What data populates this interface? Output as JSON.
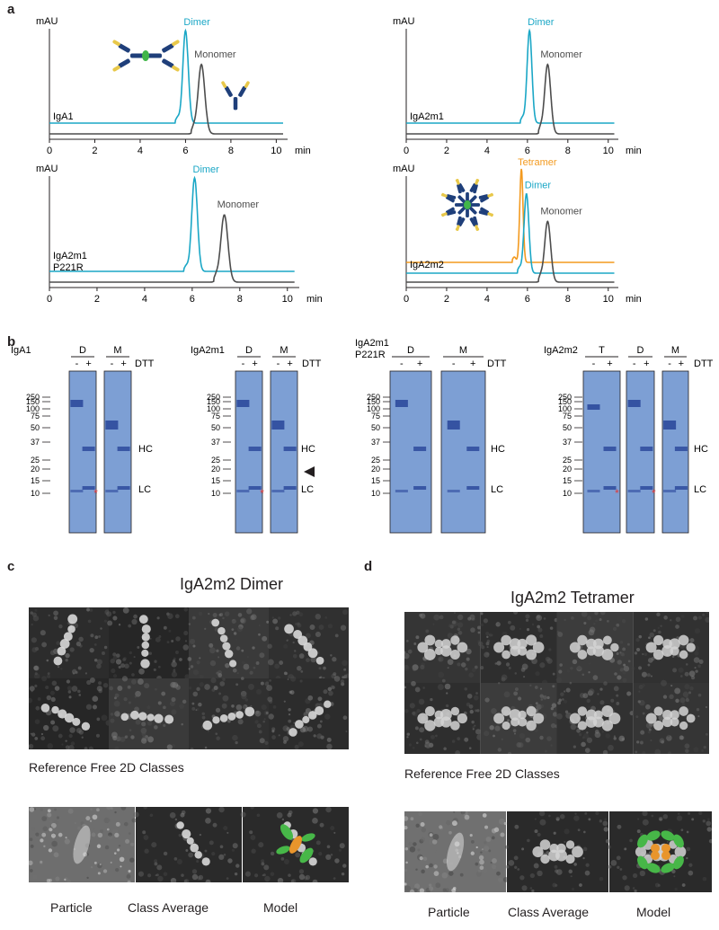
{
  "panels": {
    "a": "a",
    "b": "b",
    "c": "c",
    "d": "d"
  },
  "chromatograms": [
    {
      "id": "igA1",
      "sample_label": [
        "IgA1"
      ],
      "ylabel": "mAU",
      "x_unit": "min",
      "x_ticks": [
        0,
        2,
        4,
        6,
        8,
        10
      ],
      "traces": [
        {
          "name": "Dimer",
          "color": "#1ba7c6",
          "peak": 6.0,
          "height": 1.0,
          "width": 0.12,
          "baseline": 0.18
        },
        {
          "name": "Monomer",
          "color": "#4d4d4d",
          "peak": 6.7,
          "height": 0.75,
          "width": 0.15,
          "baseline": 0.05
        }
      ]
    },
    {
      "id": "igA2m1",
      "sample_label": [
        "IgA2m1"
      ],
      "ylabel": "mAU",
      "x_unit": "min",
      "x_ticks": [
        0,
        2,
        4,
        6,
        8,
        10
      ],
      "traces": [
        {
          "name": "Dimer",
          "color": "#1ba7c6",
          "peak": 6.1,
          "height": 1.0,
          "width": 0.12,
          "baseline": 0.18
        },
        {
          "name": "Monomer",
          "color": "#4d4d4d",
          "peak": 7.0,
          "height": 0.75,
          "width": 0.15,
          "baseline": 0.05
        }
      ]
    },
    {
      "id": "igA2m1p",
      "sample_label": [
        "IgA2m1",
        "P221R"
      ],
      "ylabel": "mAU",
      "x_unit": "min",
      "x_ticks": [
        0,
        2,
        4,
        6,
        8,
        10
      ],
      "traces": [
        {
          "name": "Dimer",
          "color": "#1ba7c6",
          "peak": 6.1,
          "height": 1.0,
          "width": 0.12,
          "baseline": 0.18
        },
        {
          "name": "Monomer",
          "color": "#4d4d4d",
          "peak": 7.35,
          "height": 0.72,
          "width": 0.15,
          "baseline": 0.05
        }
      ]
    },
    {
      "id": "igA2m2",
      "sample_label": [
        "IgA2m2"
      ],
      "ylabel": "mAU",
      "x_unit": "min",
      "x_ticks": [
        0,
        2,
        4,
        6,
        8,
        10
      ],
      "traces": [
        {
          "name": "Tetramer",
          "color": "#f39a1f",
          "peak": 5.7,
          "height": 1.0,
          "width": 0.08,
          "baseline": 0.3
        },
        {
          "name": "Dimer",
          "color": "#1ba7c6",
          "peak": 5.95,
          "height": 0.85,
          "width": 0.12,
          "baseline": 0.18
        },
        {
          "name": "Monomer",
          "color": "#4d4d4d",
          "peak": 7.0,
          "height": 0.65,
          "width": 0.15,
          "baseline": 0.05
        }
      ]
    }
  ],
  "gels": {
    "markers": [
      "250",
      "150",
      "100",
      "75",
      "50",
      "37",
      "25",
      "20",
      "15",
      "10"
    ],
    "dtt": "DTT",
    "minus": "-",
    "plus": "+",
    "hc": "HC",
    "lc": "LC",
    "star": "*",
    "blots": [
      {
        "title": [
          "IgA1"
        ],
        "groups": [
          "D",
          "M"
        ]
      },
      {
        "title": [
          "IgA2m1"
        ],
        "groups": [
          "D",
          "M"
        ]
      },
      {
        "title": [
          "IgA2m1",
          "P221R"
        ],
        "groups": [
          "D",
          "M"
        ]
      },
      {
        "title": [
          "IgA2m2"
        ],
        "groups": [
          "T",
          "D",
          "M"
        ]
      }
    ]
  },
  "em": {
    "c_title": "IgA2m2 Dimer",
    "d_title": "IgA2m2 Tetramer",
    "classes_caption": "Reference Free 2D Classes",
    "particle": "Particle",
    "class_average": "Class Average",
    "model": "Model"
  },
  "colors": {
    "dimer": "#1ba7c6",
    "monomer": "#4d4d4d",
    "tetramer": "#f39a1f",
    "gel": "#7d9fd4",
    "band": "#2d4a9c"
  }
}
